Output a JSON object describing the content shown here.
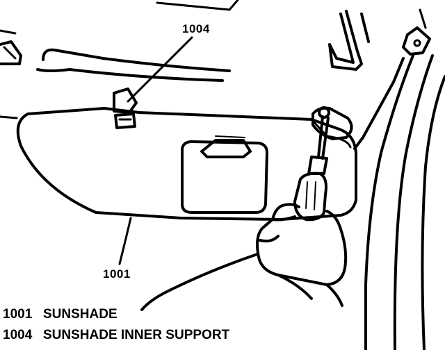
{
  "callouts": {
    "sunshade_inner_support": "1004",
    "sunshade": "1001"
  },
  "legend": [
    {
      "number": "1001",
      "label": "SUNSHADE"
    },
    {
      "number": "1004",
      "label": "SUNSHADE INNER SUPPORT"
    }
  ],
  "colors": {
    "ink": "#000000",
    "background": "#ffffff"
  }
}
